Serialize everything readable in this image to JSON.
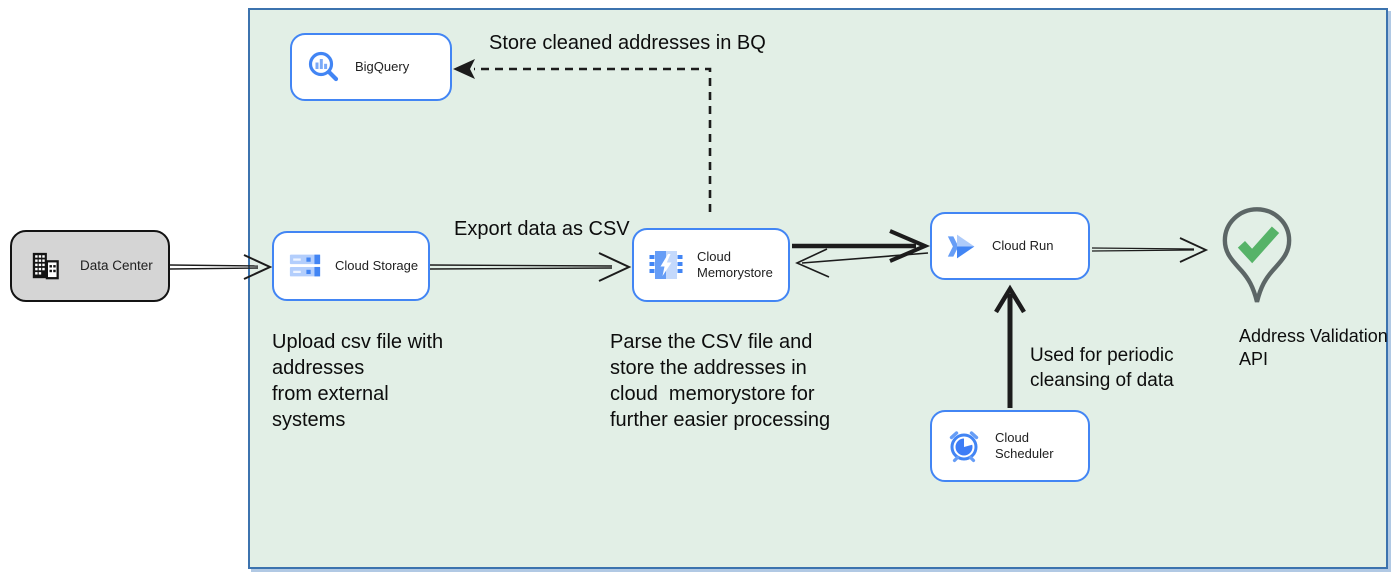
{
  "nodes": {
    "data_center": {
      "label": "Data Center",
      "icon": "building-icon"
    },
    "bigquery": {
      "label": "BigQuery",
      "icon": "bigquery-icon"
    },
    "cloud_storage": {
      "label": "Cloud Storage",
      "icon": "cloud-storage-icon"
    },
    "cloud_memorystore": {
      "label": "Cloud Memorystore",
      "icon": "memorystore-chip-icon"
    },
    "cloud_run": {
      "label": "Cloud Run",
      "icon": "cloud-run-icon"
    },
    "cloud_scheduler": {
      "label": "Cloud Scheduler",
      "icon": "alarm-clock-icon"
    },
    "address_validation_api": {
      "label_lines": [
        "Address Validation",
        "API"
      ],
      "icon": "location-pin-check-icon"
    }
  },
  "edge_labels": {
    "store_cleaned": "Store cleaned addresses in BQ",
    "export_csv": "Export data as CSV",
    "periodic_cleansing_lines": [
      "Used for periodic",
      "cleansing of data"
    ]
  },
  "annotations": {
    "upload_note_lines": [
      "Upload csv file with",
      "addresses",
      "from external",
      "systems"
    ],
    "parse_note_lines": [
      "Parse the CSV file and",
      "store the addresses in",
      "cloud  memorystore for",
      "further easier processing"
    ]
  },
  "colors": {
    "container-fill": "#e2efe6",
    "container-border": "#3c73ae",
    "node-border": "#4285f4",
    "dc-fill": "#d5d5d5",
    "icon-blue": "#4285f4",
    "icon-light": "#aecbfa",
    "check-green": "#56b368",
    "pin-outline": "#5c6666",
    "arrow-color": "#1c1c1c"
  }
}
